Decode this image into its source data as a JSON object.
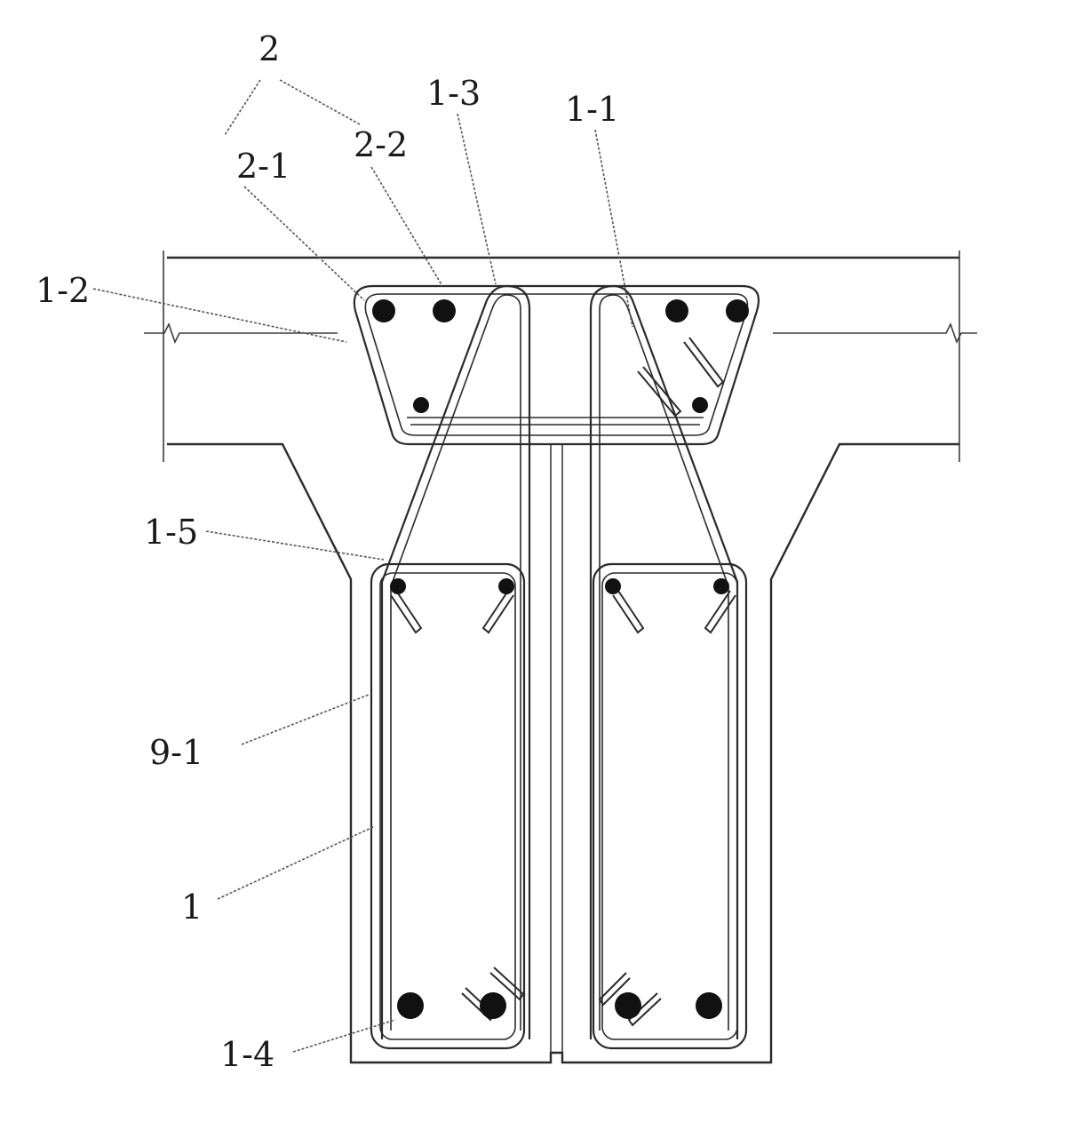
{
  "labels": {
    "l2": "2",
    "l2_1": "2-1",
    "l2_2": "2-2",
    "l1_3": "1-3",
    "l1_1": "1-1",
    "l1_2": "1-2",
    "l1_5": "1-5",
    "l9_1": "9-1",
    "l1": "1",
    "l1_4": "1-4"
  },
  "colors": {
    "line": "#2a2a2a",
    "rebar": "#111111",
    "background": "#ffffff"
  }
}
